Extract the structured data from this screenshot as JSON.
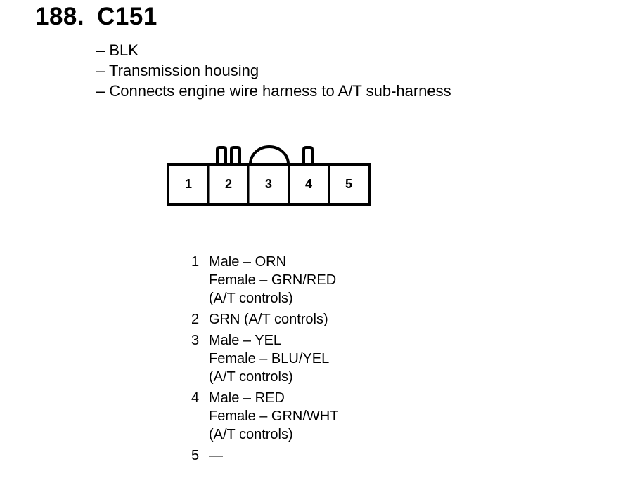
{
  "header": {
    "number": "188.",
    "connector_id": "C151"
  },
  "description": [
    "– BLK",
    "– Transmission housing",
    "– Connects engine wire harness to A/T sub-harness"
  ],
  "connector": {
    "cavities": [
      "1",
      "2",
      "3",
      "4",
      "5"
    ]
  },
  "pins": [
    {
      "number": "1",
      "lines": [
        "Male – ORN",
        "Female – GRN/RED",
        "(A/T controls)"
      ]
    },
    {
      "number": "2",
      "lines": [
        "GRN (A/T controls)"
      ]
    },
    {
      "number": "3",
      "lines": [
        "Male – YEL",
        "Female – BLU/YEL",
        "(A/T controls)"
      ]
    },
    {
      "number": "4",
      "lines": [
        "Male – RED",
        "Female – GRN/WHT",
        "(A/T controls)"
      ]
    },
    {
      "number": "5",
      "lines": [
        "—"
      ]
    }
  ]
}
